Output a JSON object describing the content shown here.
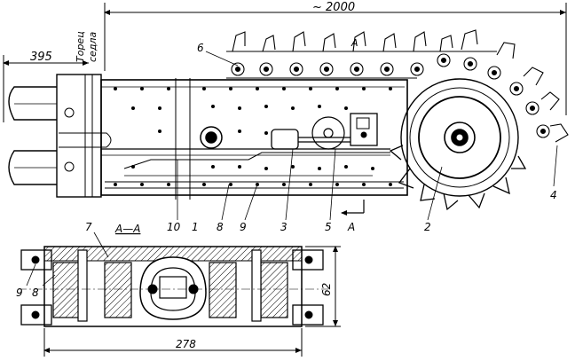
{
  "dimensions": {
    "overall_length": "~ 2000",
    "bar_offset": "395",
    "section_width": "278",
    "section_height": "62"
  },
  "side_labels": {
    "seat_face_line1": "Торец",
    "seat_face_line2": "седла"
  },
  "section": {
    "title": "А—А",
    "cut_mark": "А",
    "cut_mark_top": "А"
  },
  "callouts": {
    "c1": "1",
    "c2": "2",
    "c3": "3",
    "c4": "4",
    "c5": "5",
    "c6": "6",
    "c7": "7",
    "c8": "8",
    "c9": "9",
    "c10": "10",
    "s7": "7",
    "s8": "8",
    "s9": "9"
  }
}
